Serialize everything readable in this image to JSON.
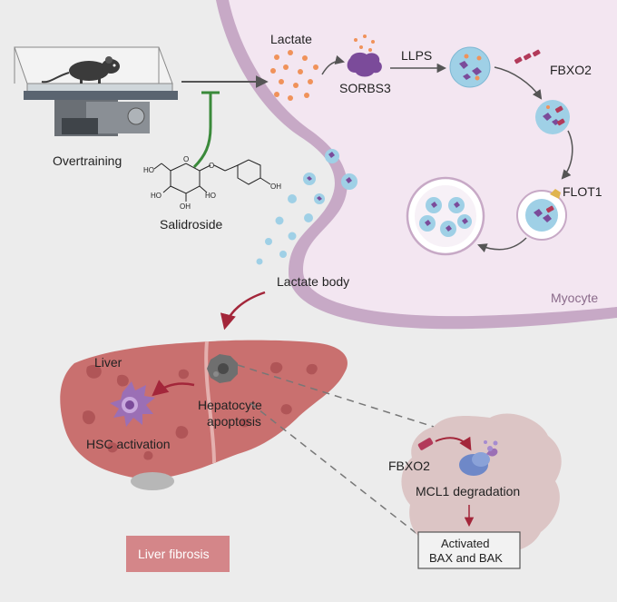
{
  "labels": {
    "overtraining": "Overtraining",
    "salidroside": "Salidroside",
    "lactate": "Lactate",
    "sorbs3": "SORBS3",
    "llps": "LLPS",
    "fbxo2_top": "FBXO2",
    "flot1": "FLOT1",
    "lactate_body": "Lactate body",
    "myocyte": "Myocyte",
    "liver": "Liver",
    "hsc_activation": "HSC activation",
    "hepatocyte_line1": "Hepatocyte",
    "hepatocyte_line2": "apoptosis",
    "liver_fibrosis": "Liver fibrosis",
    "fbxo2_bottom": "FBXO2",
    "mcl1_degradation": "MCL1 degradation",
    "bax_line1": "Activated",
    "bax_line2": "BAX and BAK"
  },
  "chem_atoms": {
    "ho1": "HO",
    "ho2": "HO",
    "ho3": "HO",
    "oh1": "OH",
    "oh2": "OH",
    "o_ring": "O",
    "o_link": "O"
  },
  "colors": {
    "background": "#ececec",
    "myocyte_fill": "#f3e6f1",
    "myocyte_border": "#c7a9c6",
    "lactate_dot": "#f0925a",
    "sorbs3": "#7b4b9a",
    "fbxo2": "#b23a5a",
    "vesicle": "#bfe0ee",
    "liver": "#c9706f",
    "liver_patch": "#a84d50",
    "hsc_cell": "#9b6fb5",
    "apoptotic_cell": "#6f6f6f",
    "fibrosis_box": "#d48689",
    "inhibit_line": "#3a8a3a",
    "red_arrow": "#a3263a",
    "hepatocyte_blob": "#dcc5c5"
  }
}
